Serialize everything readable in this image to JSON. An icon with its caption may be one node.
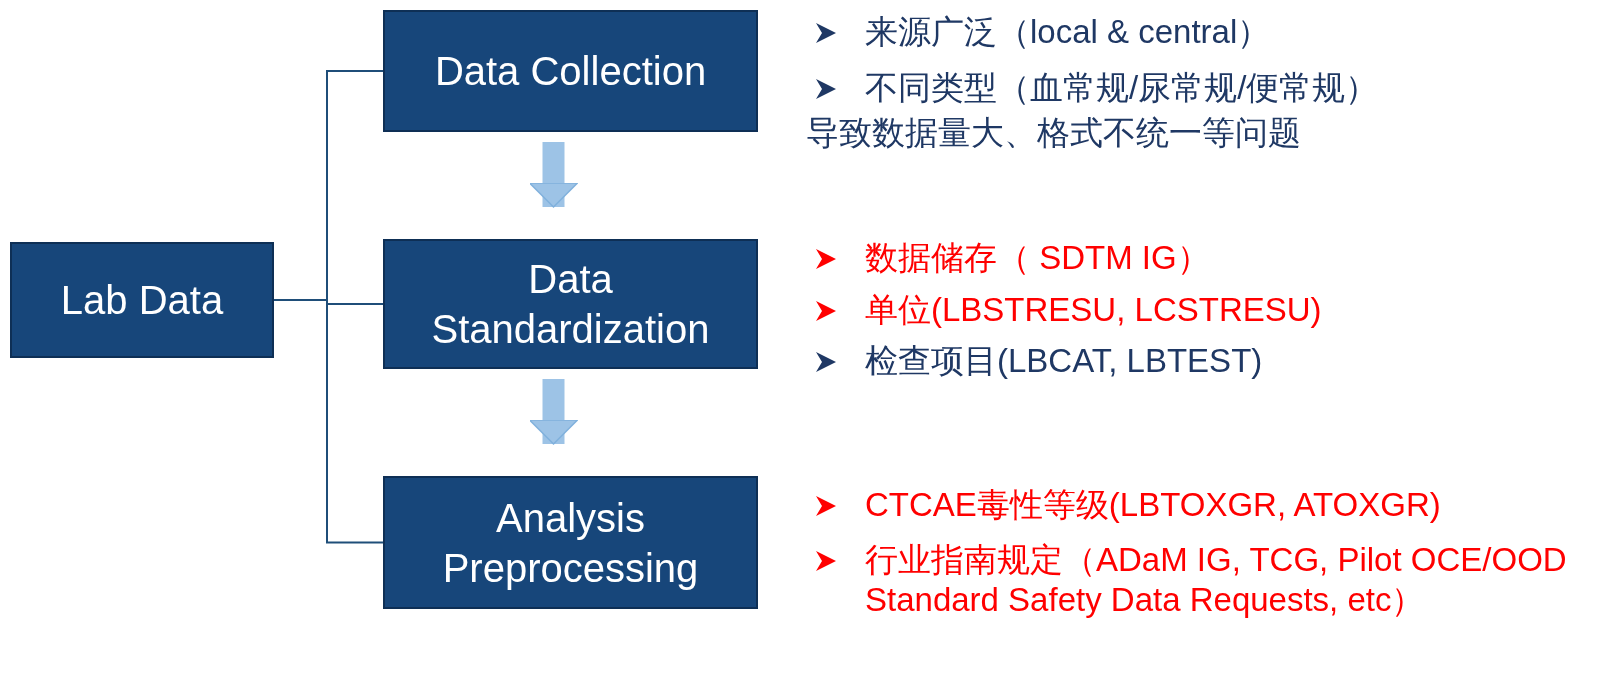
{
  "diagram": {
    "nodes": [
      {
        "text": [
          "Lab Data"
        ]
      },
      {
        "text": [
          "Data Collection"
        ],
        "beside": [
          "来源广泛（local & central）",
          "不同类型（血常规/尿常规/便常规）",
          "导致数据量大、格式不统一等问题"
        ]
      },
      {
        "text": [
          "Data Standardization"
        ],
        "beside": [
          "数据储存（ SDTM IG）",
          "单位(LBSTRESU, LCSTRESU)",
          "检查项目(LBCAT, LBTEST)"
        ]
      },
      {
        "text": [
          "Analysis Preprocessing"
        ],
        "beside": [
          "CTCAE毒性等级(LBTOXGR, ATOXGR)",
          "行业指南规定（ADaM IG, TCG, Pilot OCE/OOD Standard Safety Data Requests, etc）"
        ]
      }
    ],
    "edges": [
      {
        "from": 0,
        "to": 1,
        "arrow": "none"
      },
      {
        "from": 0,
        "to": 2,
        "arrow": "none"
      },
      {
        "from": 0,
        "to": 3,
        "arrow": "none"
      },
      {
        "from": 1,
        "to": 2,
        "arrow": "to",
        "style": "thick",
        "color": "#9dc3e6"
      },
      {
        "from": 2,
        "to": 3,
        "arrow": "to",
        "style": "thick",
        "color": "#9dc3e6"
      }
    ]
  }
}
